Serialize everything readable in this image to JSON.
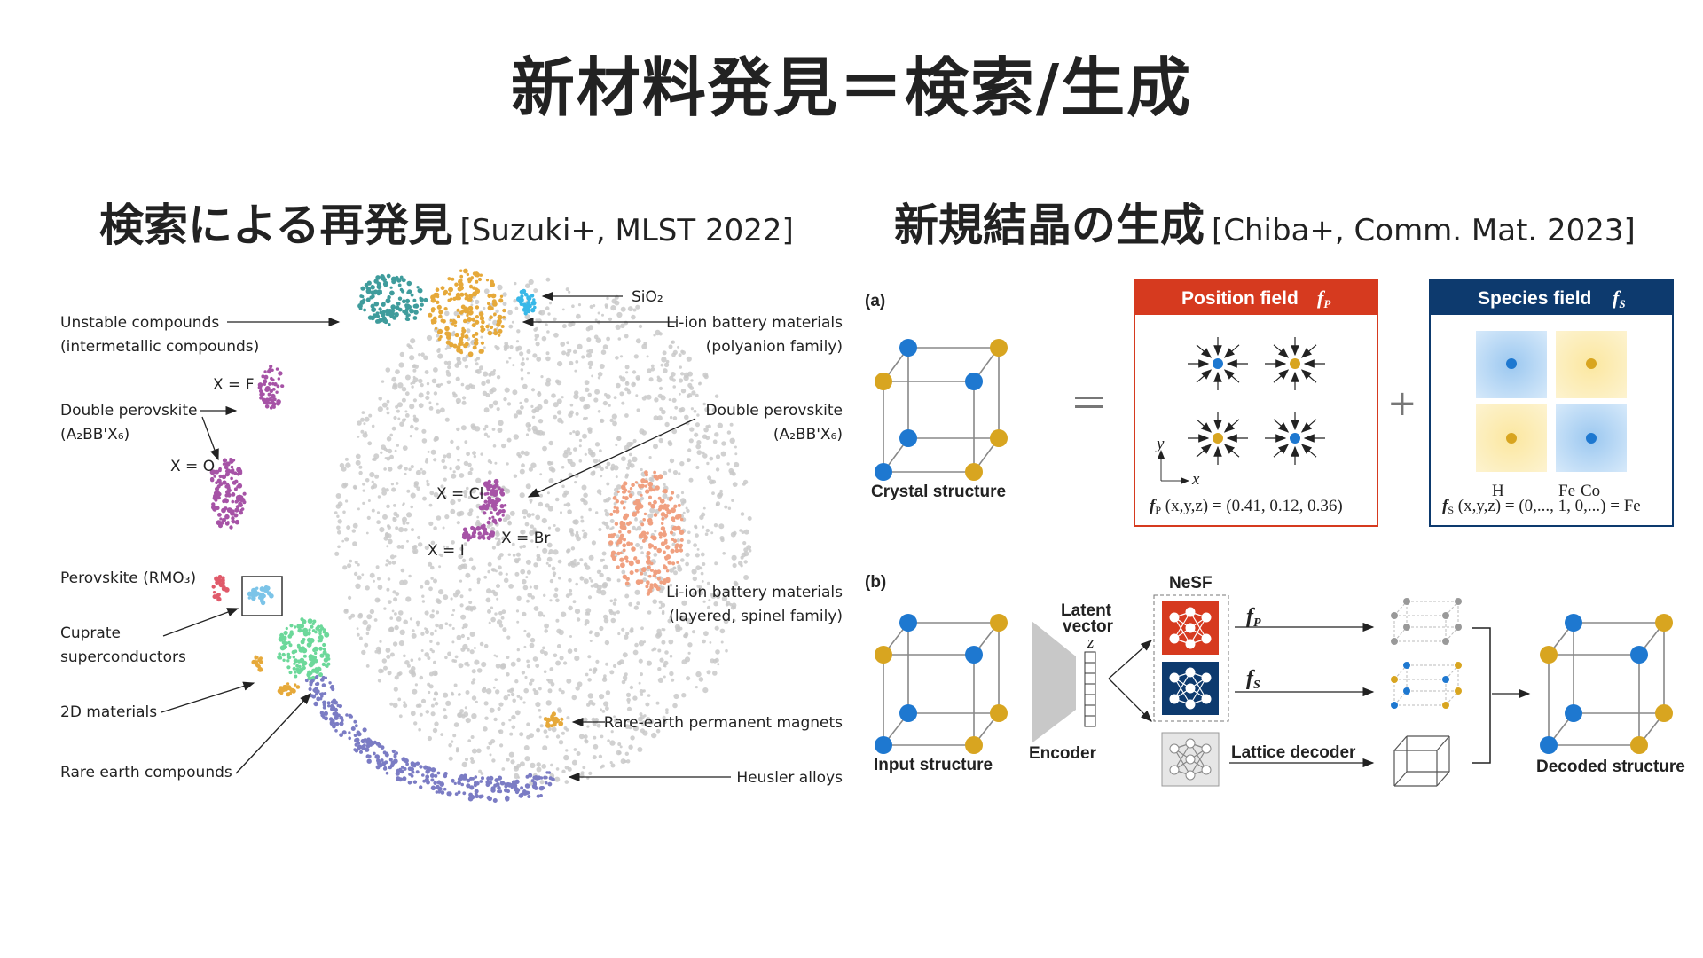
{
  "title": "新材料発見＝検索/生成",
  "left": {
    "heading": "検索による再発見",
    "citation": "[Suzuki+, MLST 2022]",
    "labels": {
      "unstable1": "Unstable compounds",
      "unstable2": "(intermetallic compounds)",
      "xf": "X = F",
      "dp1": "Double perovskite",
      "dp_formula": "(A₂BB'X₆)",
      "xo": "X = O",
      "perov": "Perovskite (RMO₃)",
      "cuprate1": "Cuprate",
      "cuprate2": "superconductors",
      "twod": "2D materials",
      "rareearth": "Rare earth compounds",
      "sio2": "SiO₂",
      "liion1a": "Li-ion battery materials",
      "liion1b": "(polyanion family)",
      "dp2": "Double perovskite",
      "dp2_formula": "(A₂BB'X₆)",
      "xcl": "X = Cl",
      "xbr": "X = Br",
      "xi": "X = I",
      "liion2a": "Li-ion battery materials",
      "liion2b": "(layered, spinel family)",
      "magnets": "Rare-earth permanent magnets",
      "heusler": "Heusler alloys"
    }
  },
  "right": {
    "heading": "新規結晶の生成",
    "citation": "[Chiba+, Comm. Mat. 2023]",
    "panel_a": "(a)",
    "panel_b": "(b)",
    "crystal_structure": "Crystal structure",
    "position_field": "Position field",
    "species_field": "Species field",
    "fp_eq": "(x,y,z) = (0.41, 0.12, 0.36)",
    "fs_eq": "(x,y,z) = (0,..., 1,  0,...) = Fe",
    "fs_elements": [
      "H",
      "Fe",
      "Co"
    ],
    "input_structure": "Input structure",
    "encoder": "Encoder",
    "latent1": "Latent",
    "latent2": "vector",
    "z": "z",
    "nesf": "NeSF",
    "fp": "f",
    "fp_sub": "P",
    "fs": "f",
    "fs_sub": "S",
    "lattice_decoder": "Lattice decoder",
    "decoded_structure": "Decoded structure",
    "axis_x": "x",
    "axis_y": "y"
  },
  "colors": {
    "position_header": "#d63a1f",
    "species_header": "#0d3a6e",
    "atom_blue": "#1e78d0",
    "atom_gold": "#d8a520"
  }
}
